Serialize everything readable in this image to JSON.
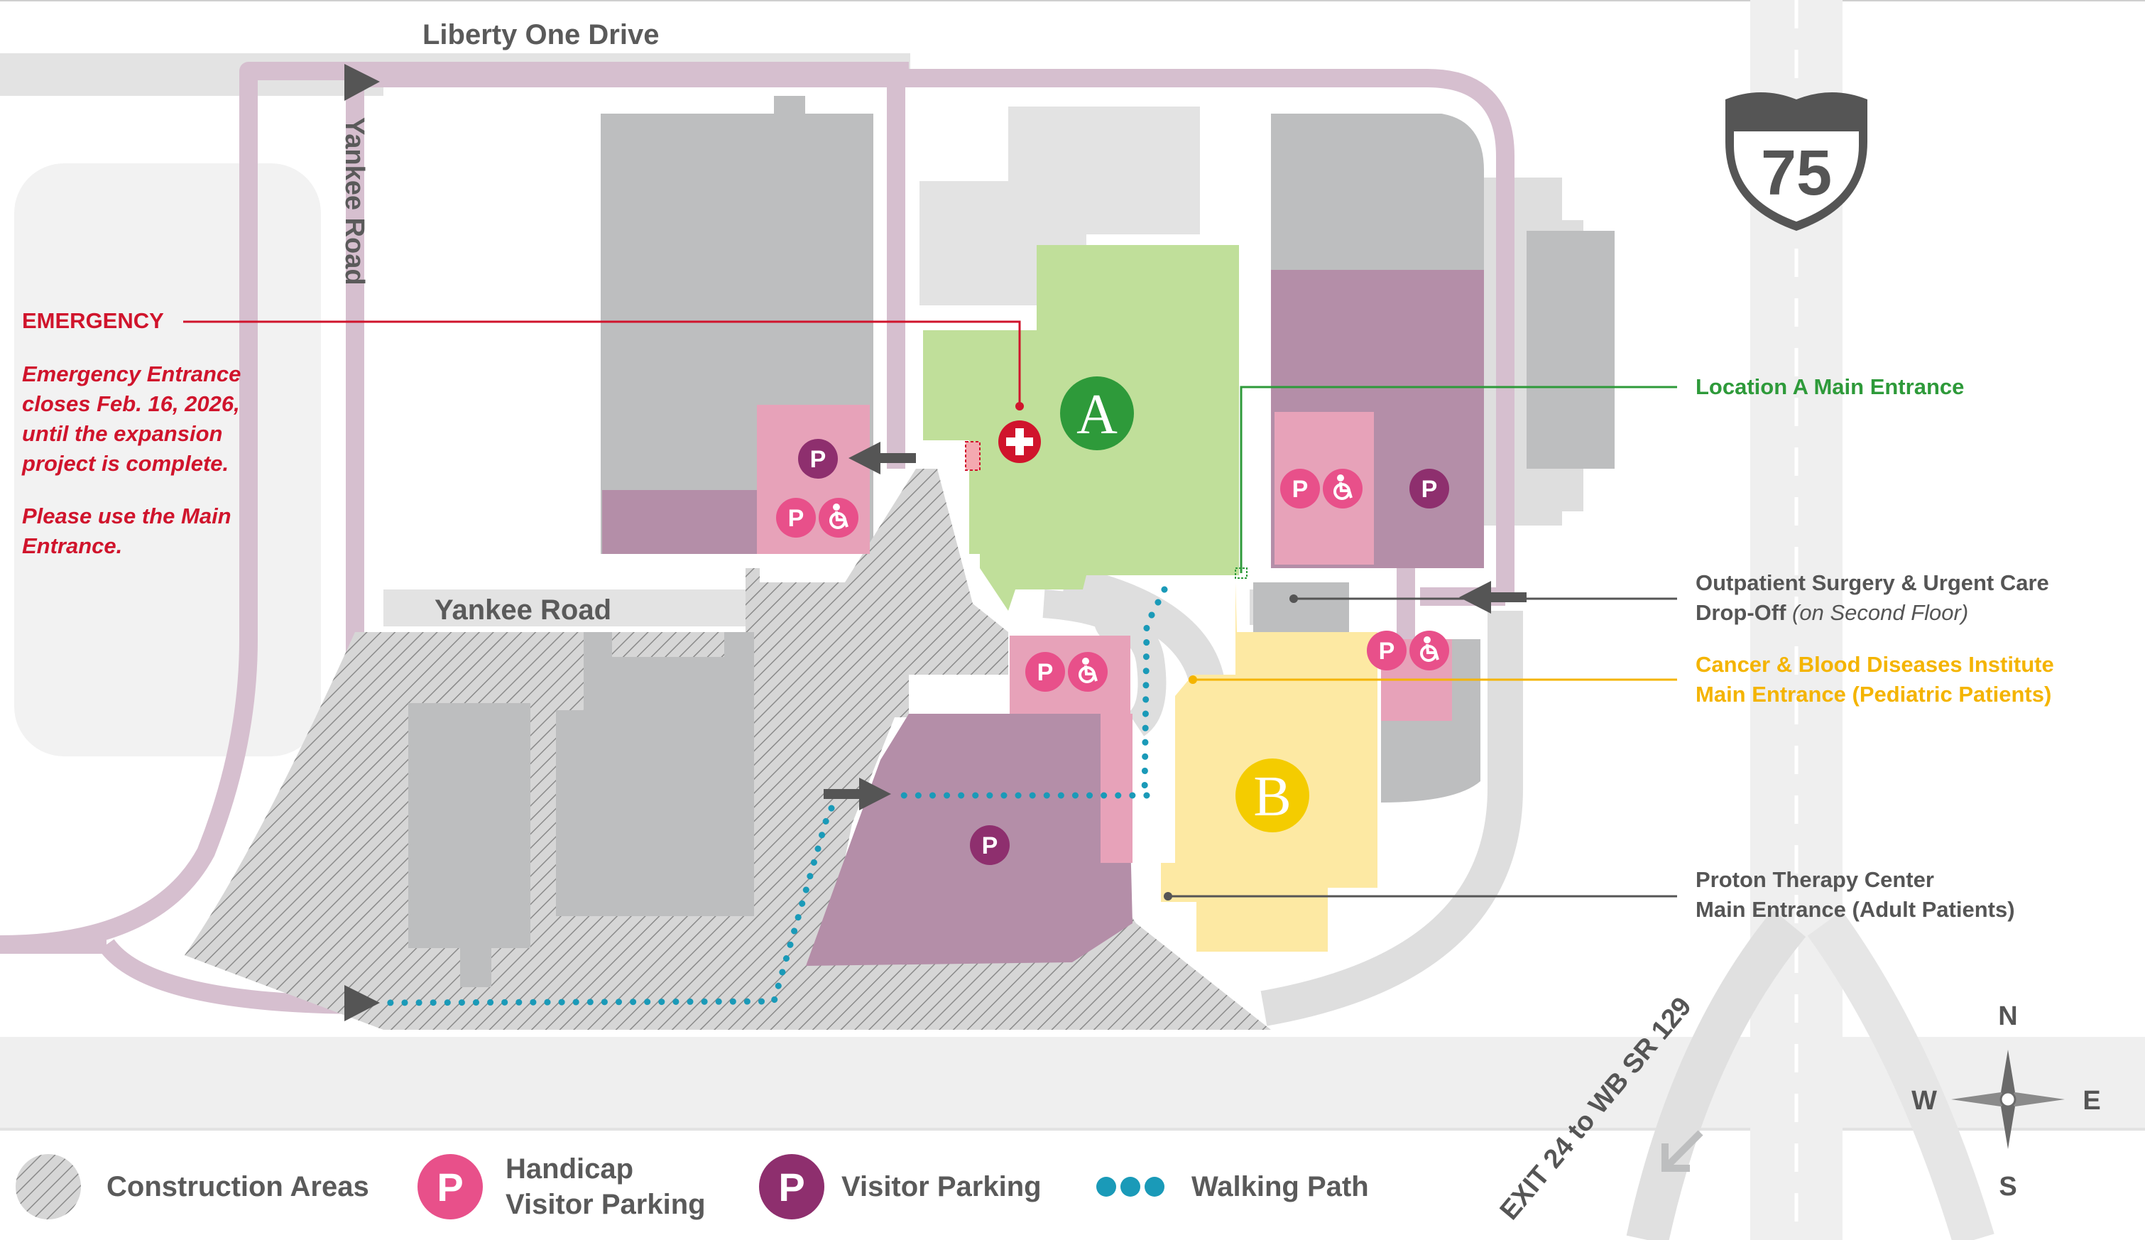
{
  "roads": {
    "liberty_one_drive": "Liberty One Drive",
    "yankee_road_vertical": "Yankee Road",
    "yankee_road_horizontal": "Yankee Road",
    "interstate_number": "75",
    "exit": "EXIT 24 to WB SR 129"
  },
  "emergency": {
    "heading": "EMERGENCY",
    "notice_lines": [
      "Emergency Entrance",
      "closes Feb. 16, 2026,",
      "until the expansion",
      "project is complete."
    ],
    "instruction_lines": [
      "Please use the Main",
      "Entrance."
    ]
  },
  "locations": {
    "a_letter": "A",
    "b_letter": "B"
  },
  "callouts": {
    "location_a": "Location A Main Entrance",
    "outpatient_line1": "Outpatient Surgery & Urgent Care",
    "outpatient_line2_main": "Drop-Off",
    "outpatient_line2_note": "(on Second Floor)",
    "cancer_line1": "Cancer & Blood Diseases Institute",
    "cancer_line2": "Main Entrance (Pediatric Patients)",
    "proton_line1": "Proton Therapy Center",
    "proton_line2": "Main Entrance (Adult Patients)"
  },
  "parking_symbol": "P",
  "legend": {
    "construction": "Construction Areas",
    "handicap_line1": "Handicap",
    "handicap_line2": "Visitor Parking",
    "visitor": "Visitor Parking",
    "walking": "Walking Path"
  },
  "compass": {
    "n": "N",
    "s": "S",
    "e": "E",
    "w": "W"
  },
  "colors": {
    "emergency_red": "#d0142c",
    "location_a_green": "#2e9a3a",
    "location_a_fill": "#c0df9a",
    "location_b_yellow": "#f4cc00",
    "location_b_fill": "#fde9a3",
    "handicap_pink": "#e8508a",
    "visitor_purple": "#8e2f6e",
    "walking_teal": "#1a9ab8",
    "road_mauve": "#d6bfcf",
    "building_gray": "#bdbebf"
  }
}
